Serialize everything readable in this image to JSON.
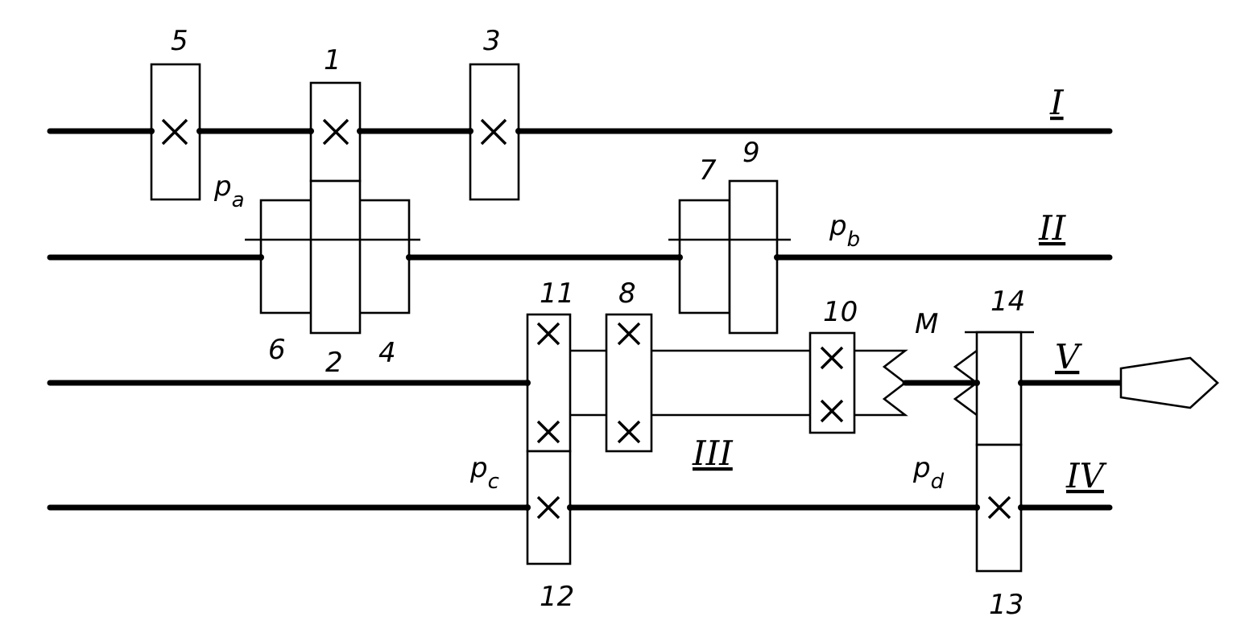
{
  "shafts": {
    "I": "I",
    "II": "II",
    "III": "III",
    "IV": "IV",
    "V": "V"
  },
  "gears": {
    "g1": "1",
    "g2": "2",
    "g3": "3",
    "g4": "4",
    "g5": "5",
    "g6": "6",
    "g7": "7",
    "g8": "8",
    "g9": "9",
    "g10": "10",
    "g11": "11",
    "g12": "12",
    "g13": "13",
    "g14": "14"
  },
  "blocks": {
    "pa": {
      "base": "p",
      "sub": "a"
    },
    "pb": {
      "base": "p",
      "sub": "b"
    },
    "pc": {
      "base": "p",
      "sub": "c"
    },
    "pd": {
      "base": "p",
      "sub": "d"
    }
  },
  "clutch": "M"
}
